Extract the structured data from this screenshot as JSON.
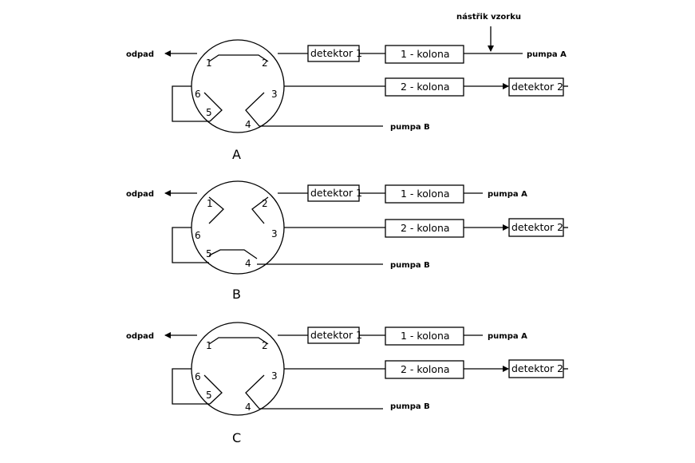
{
  "labels": {
    "waste": "odpad",
    "sample_injection": "nástřik vzorku",
    "pump_a": "pumpa A",
    "pump_b": "pumpa B"
  },
  "components": {
    "detector_1": "detektor 1",
    "column_1": "1 - kolona",
    "column_2": "2 - kolona",
    "detector_2": "detektor 2"
  },
  "ports": [
    "1",
    "2",
    "3",
    "4",
    "5",
    "6"
  ],
  "panels": [
    {
      "letter": "A"
    },
    {
      "letter": "B"
    },
    {
      "letter": "C"
    }
  ]
}
